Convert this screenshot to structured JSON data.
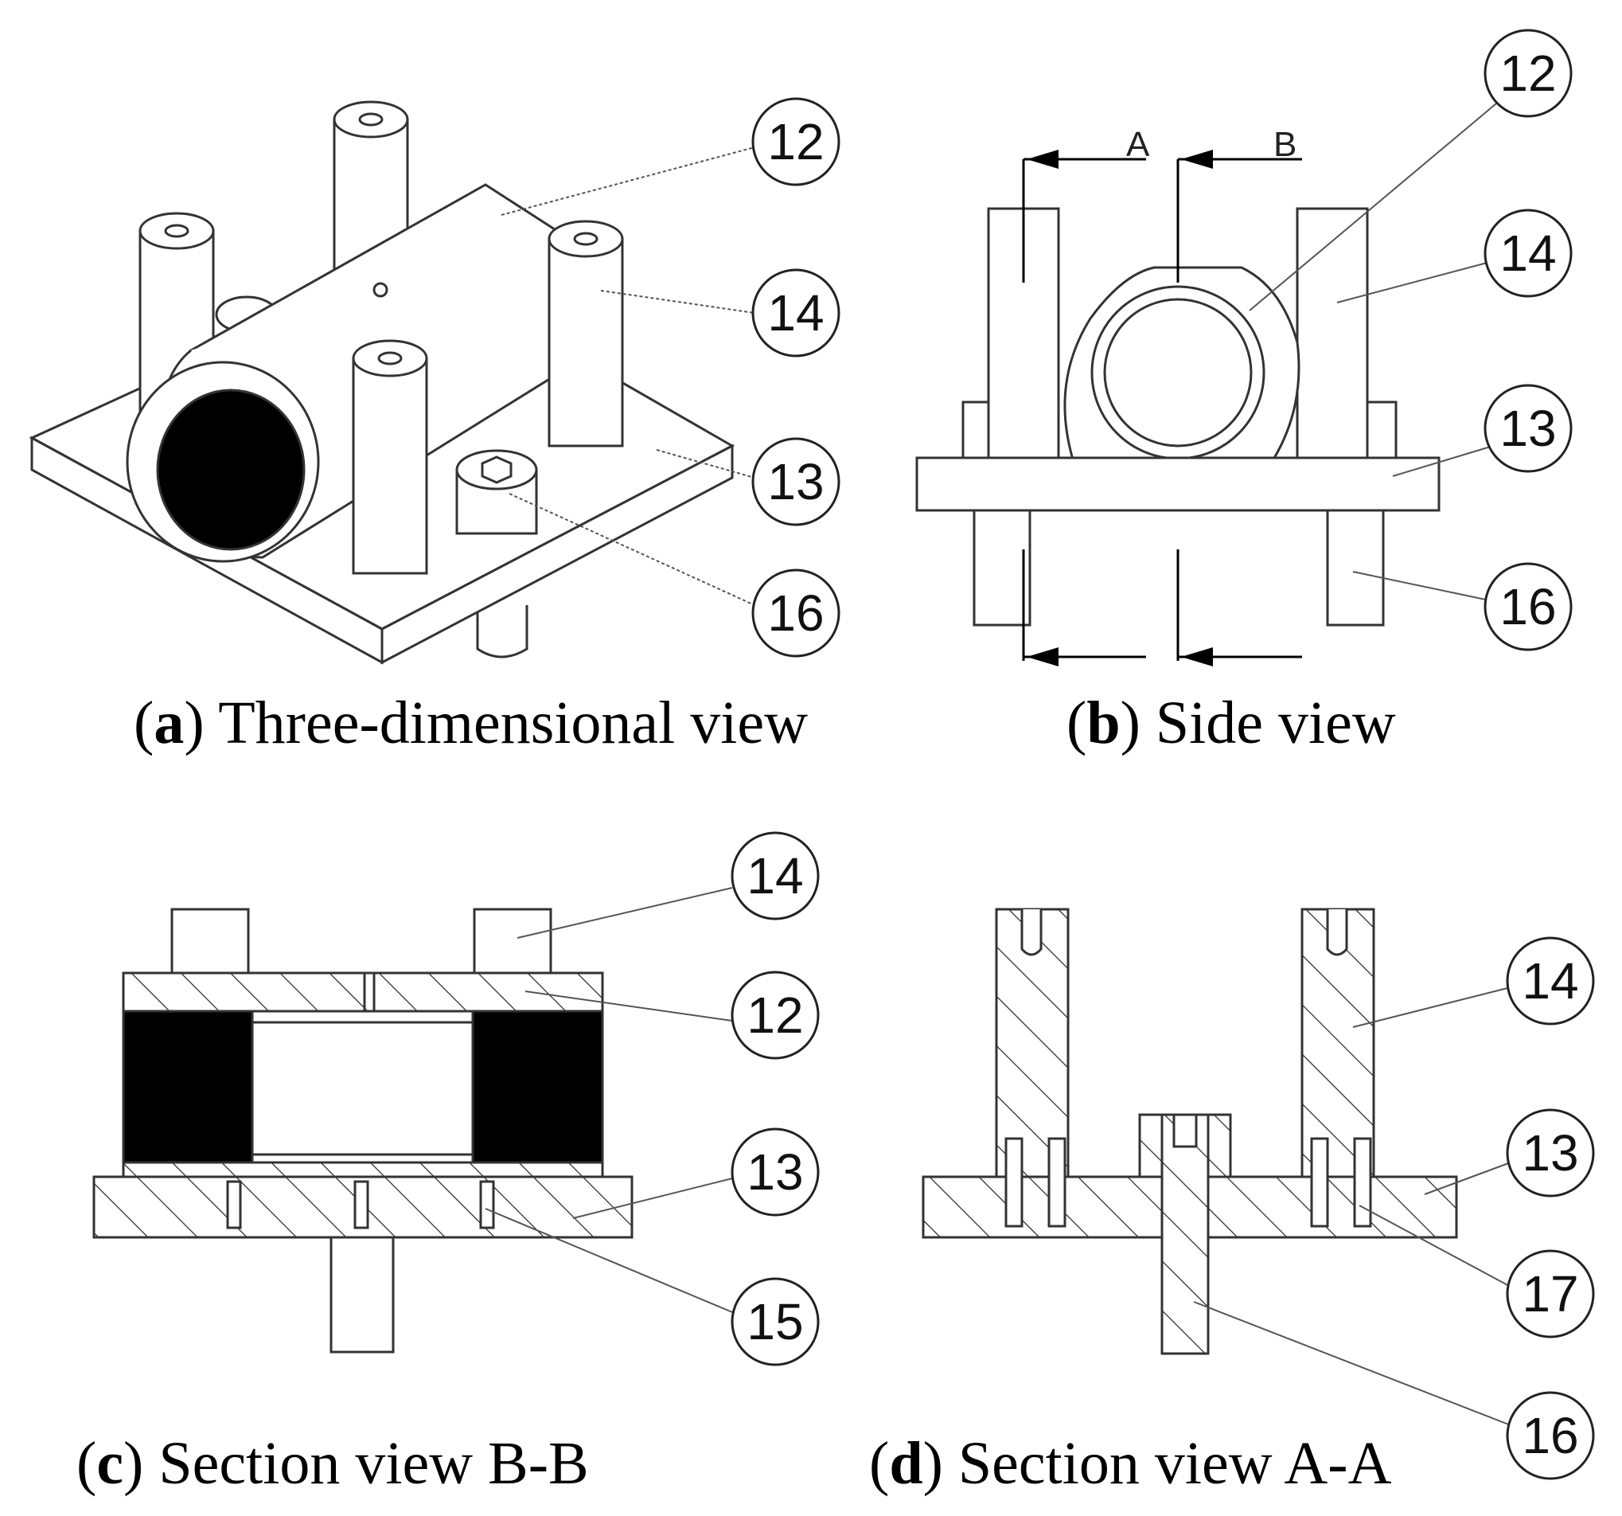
{
  "panels": [
    {
      "id": "a",
      "letter": "a",
      "title": "Three-dimensional view",
      "callouts": [
        "12",
        "14",
        "13",
        "16"
      ]
    },
    {
      "id": "b",
      "letter": "b",
      "title": "Side view",
      "callouts": [
        "12",
        "14",
        "13",
        "16"
      ],
      "section_marks": [
        "A",
        "B"
      ]
    },
    {
      "id": "c",
      "letter": "c",
      "title": "Section view B-B",
      "callouts": [
        "14",
        "12",
        "13",
        "15"
      ]
    },
    {
      "id": "d",
      "letter": "d",
      "title": "Section view A-A",
      "callouts": [
        "14",
        "13",
        "17",
        "16"
      ]
    }
  ]
}
